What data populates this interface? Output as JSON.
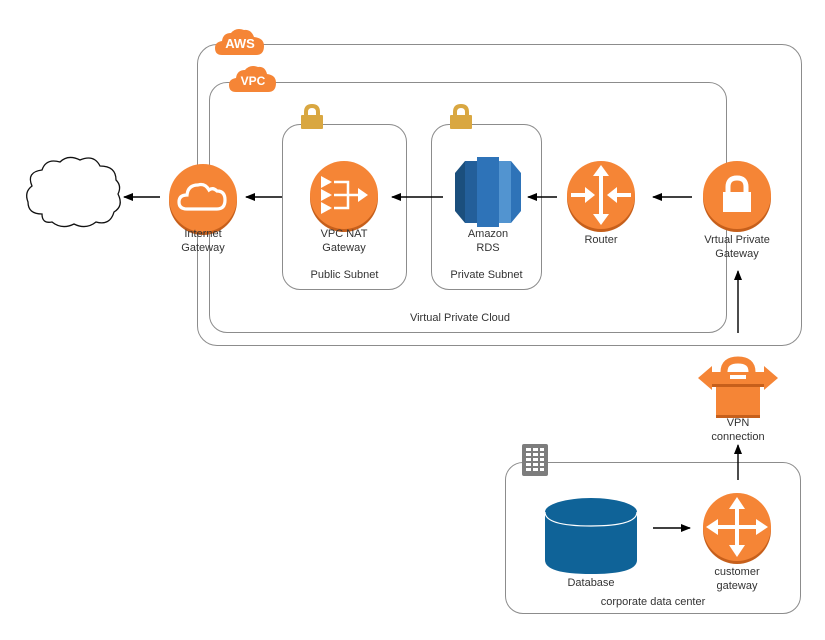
{
  "colors": {
    "aws_orange": "#f58536",
    "aws_orange_dark": "#c65f1b",
    "lock_gold": "#d9a741",
    "rds_blue": "#2e73b8",
    "db_blue": "#0f6398",
    "border_gray": "#8c8c8c",
    "server_gray": "#7d7d7d"
  },
  "groups": {
    "aws": {
      "badge": "AWS"
    },
    "vpc": {
      "badge": "VPC",
      "label": "Virtual Private Cloud"
    },
    "public_subnet": {
      "label": "Public Subnet"
    },
    "private_subnet": {
      "label": "Private Subnet"
    },
    "data_center": {
      "label": "corporate data center"
    }
  },
  "nodes": {
    "internet": {
      "icon": "internet-cloud-icon"
    },
    "internet_gateway": {
      "line1": "Internet",
      "line2": "Gateway",
      "icon": "cloud-icon"
    },
    "nat_gateway": {
      "line1": "VPC NAT",
      "line2": "Gateway",
      "icon": "nat-gateway-icon"
    },
    "rds": {
      "line1": "Amazon",
      "line2": "RDS",
      "icon": "rds-icon"
    },
    "router": {
      "line1": "Router",
      "icon": "router-icon"
    },
    "vpg": {
      "line1": "Vrtual Private",
      "line2": "Gateway",
      "icon": "lock-icon"
    },
    "vpn": {
      "line1": "VPN",
      "line2": "connection",
      "icon": "vpn-icon"
    },
    "database": {
      "line1": "Database",
      "icon": "database-icon"
    },
    "customer_gateway": {
      "line1": "customer",
      "line2": "gateway",
      "icon": "router-icon"
    }
  },
  "connections": [
    {
      "from": "internet_gateway",
      "to": "internet"
    },
    {
      "from": "nat_gateway",
      "to": "internet_gateway"
    },
    {
      "from": "rds",
      "to": "nat_gateway"
    },
    {
      "from": "router",
      "to": "rds"
    },
    {
      "from": "vpg",
      "to": "router"
    },
    {
      "from": "vpn",
      "to": "vpg"
    },
    {
      "from": "customer_gateway",
      "to": "vpn"
    },
    {
      "from": "database",
      "to": "customer_gateway"
    }
  ]
}
